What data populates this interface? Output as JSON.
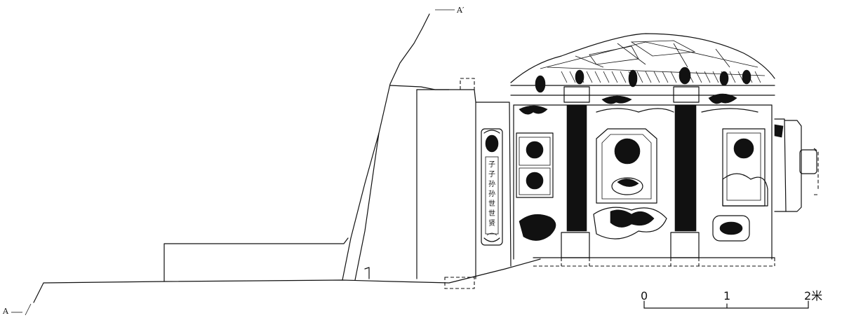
{
  "section_labels": {
    "start": "A",
    "end": "A′"
  },
  "plaque": {
    "chars": [
      "子",
      "子",
      "孙",
      "孙",
      "世",
      "世",
      "贤"
    ]
  },
  "scale_bar": {
    "ticks": [
      "0",
      "1",
      "2米"
    ]
  }
}
